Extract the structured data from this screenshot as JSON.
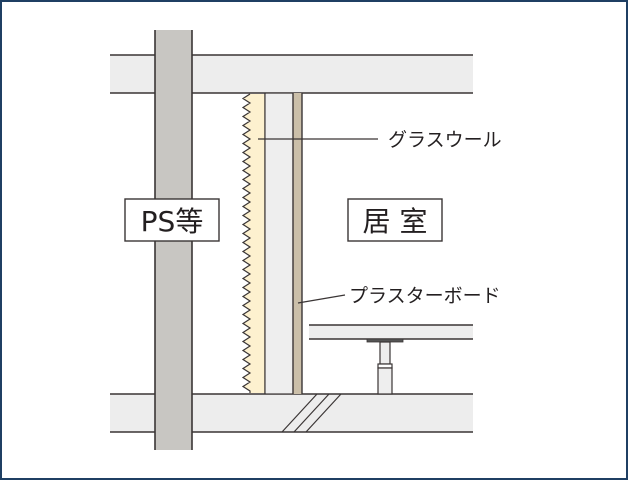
{
  "diagram": {
    "title": "PS wall section with glass wool insulation",
    "labels": {
      "ps_area": "PS等",
      "living_room": "居 室",
      "glass_wool": "グラスウール",
      "plaster_board": "プラスターボード"
    },
    "colors": {
      "frame_border": "#1f3f63",
      "slab_fill": "#ededed",
      "column_fill": "#c8c6c2",
      "glass_wool_fill": "#fdf1cf",
      "plaster_board_fill": "#cbbfa9",
      "wall_gap_fill": "#eeeeee",
      "line": "#3a3535"
    },
    "components": [
      "upper-slab",
      "lower-slab",
      "ps-column",
      "glass-wool-layer",
      "air-gap",
      "plaster-board",
      "raised-floor",
      "floor-support-pedestal",
      "slab-cut-hatch"
    ]
  }
}
